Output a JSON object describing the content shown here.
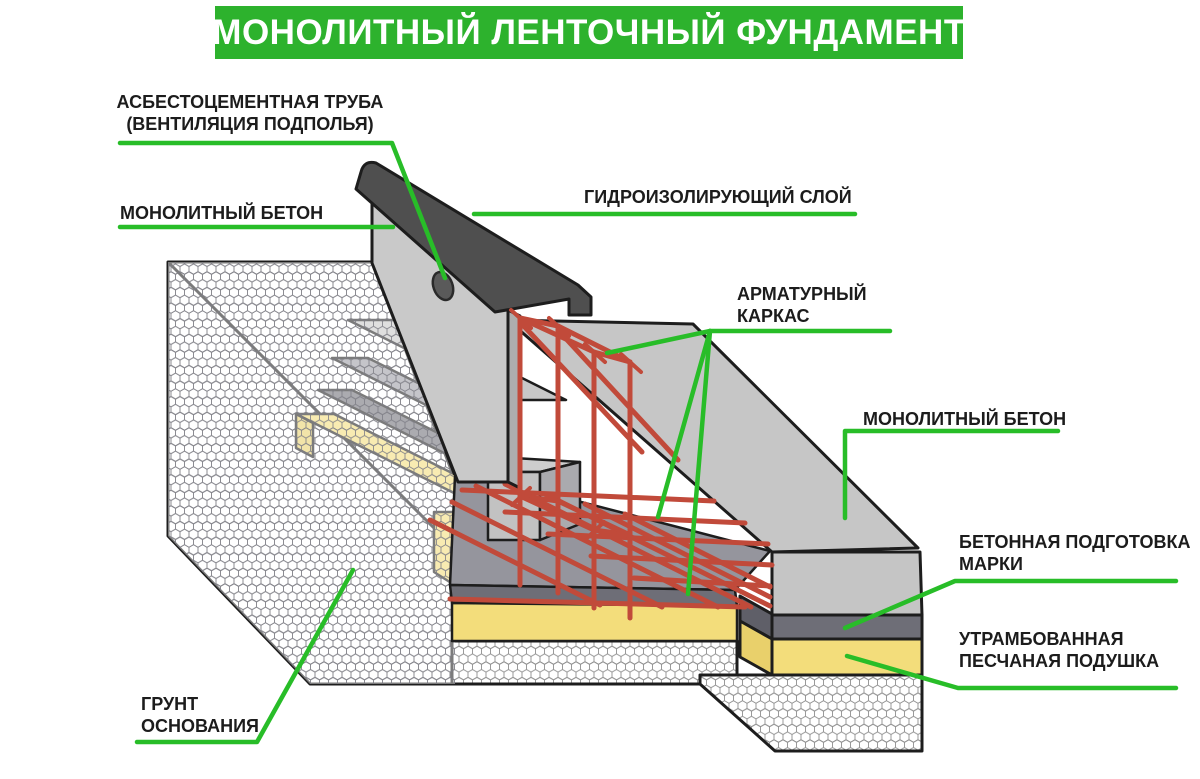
{
  "banner": {
    "title": "МОНОЛИТНЫЙ ЛЕНТОЧНЫЙ ФУНДАМЕНТ",
    "bg": "#2db22d",
    "fg": "#ffffff"
  },
  "labels": {
    "pipe": "АСБЕСТОЦЕМЕНТНАЯ ТРУБА\n(ВЕНТИЛЯЦИЯ ПОДПОЛЬЯ)",
    "concrete_left": "МОНОЛИТНЫЙ БЕТОН",
    "waterproof": "ГИДРОИЗОЛИРУЮЩИЙ СЛОЙ",
    "rebar": "АРМАТУРНЫЙ\nКАРКАС",
    "concrete_right": "МОНОЛИТНЫЙ БЕТОН",
    "prep": "БЕТОННАЯ ПОДГОТОВКА\nМАРКИ",
    "sand": "УТРАМБОВАННАЯ\nПЕСЧАНАЯ ПОДУШКА",
    "soil": "ГРУНТ\nОСНОВАНИЯ"
  },
  "colors": {
    "leader_green": "#28bd28",
    "rebar_red": "#c14a3a",
    "sand_yellow": "#f3dd7b",
    "sand_yellow_dark": "#e9d06b",
    "concrete_light": "#c6c6c6",
    "concrete_mid": "#9c9ca4",
    "slab_gray": "#95959d",
    "prep_dark": "#6e6e77",
    "waterproofing_dark": "#4f4f4f",
    "outline": "#1d1d1d",
    "hatch_gray": "#8f8f8f",
    "label_text": "#1c1c1c"
  }
}
